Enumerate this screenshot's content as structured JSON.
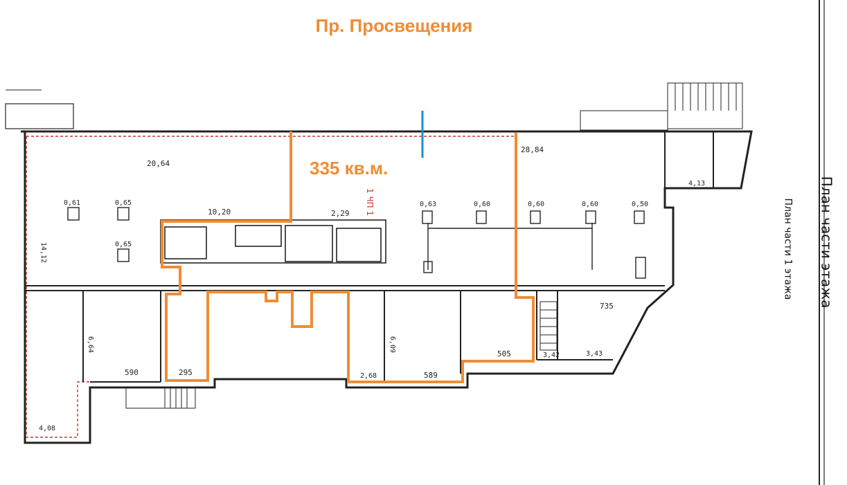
{
  "colors": {
    "accent_orange": "#f08c34",
    "marker_blue": "#1b8fd0",
    "wall": "#222222",
    "dashed_red": "#c0392b",
    "unit_red": "#d0342c"
  },
  "street_title": "Пр. Просвещения",
  "area_label": "335 кв.м.",
  "unit_label": "1 ЧП 1",
  "plan_title_main": "План части этажа",
  "plan_title_sub": "План части 1 этажа",
  "measurements": {
    "m_2064": "20,64",
    "m_2884": "28,84",
    "m_1020": "10,20",
    "m_229": "2,29",
    "m_590": "590",
    "m_295": "295",
    "m_589": "589",
    "m_505": "505",
    "m_735": "735",
    "m_413": "4,13",
    "m_343": "3,43",
    "m_342": "3,42",
    "m_268": "2,68",
    "m_408": "4,08",
    "m_061": "0,61",
    "m_065": "0,65",
    "m_063": "0,63",
    "m_060": "0,60",
    "m_050": "0,50",
    "m_1412": "14,12",
    "m_664": "6,64",
    "m_609": "6,09"
  }
}
